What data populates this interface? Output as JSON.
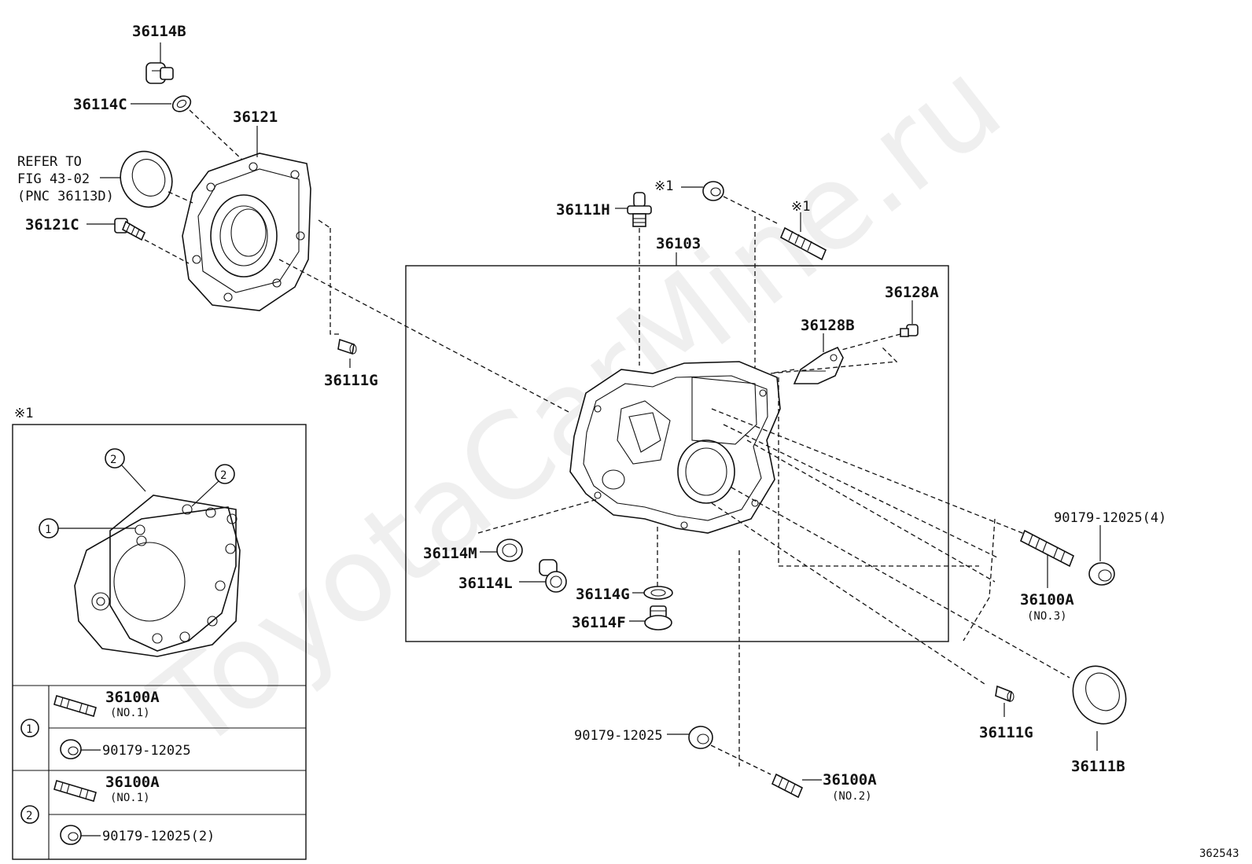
{
  "watermark": "ToyotaCarMine.ru",
  "figure_id": "362543",
  "labels": {
    "p36114B": "36114B",
    "p36114C": "36114C",
    "p36121": "36121",
    "refer_line1": "REFER TO",
    "refer_line2": "FIG 43-02",
    "refer_line3": "(PNC 36113D)",
    "p36121C": "36121C",
    "p36111G_top": "36111G",
    "p36111H": "36111H",
    "mark1_a": "※1",
    "mark1_b": "※1",
    "p36103": "36103",
    "p36128A": "36128A",
    "p36128B": "36128B",
    "p36114M": "36114M",
    "p36114L": "36114L",
    "p36114G": "36114G",
    "p36114F": "36114F",
    "p90179_4": "90179-12025(4)",
    "p36100A_3": "36100A",
    "p36100A_3_sub": "(NO.3)",
    "p36111G_bot": "36111G",
    "p36111B": "36111B",
    "p90179_mid": "90179-12025",
    "p36100A_2": "36100A",
    "p36100A_2_sub": "(NO.2)"
  },
  "inset": {
    "title": "※1",
    "callout_1": "1",
    "callout_2a": "2",
    "callout_2b": "2",
    "rows": [
      {
        "key": "1",
        "stud": "36100A",
        "stud_sub": "(NO.1)",
        "nut": "90179-12025"
      },
      {
        "key": "2",
        "stud": "36100A",
        "stud_sub": "(NO.1)",
        "nut": "90179-12025(2)"
      }
    ]
  }
}
